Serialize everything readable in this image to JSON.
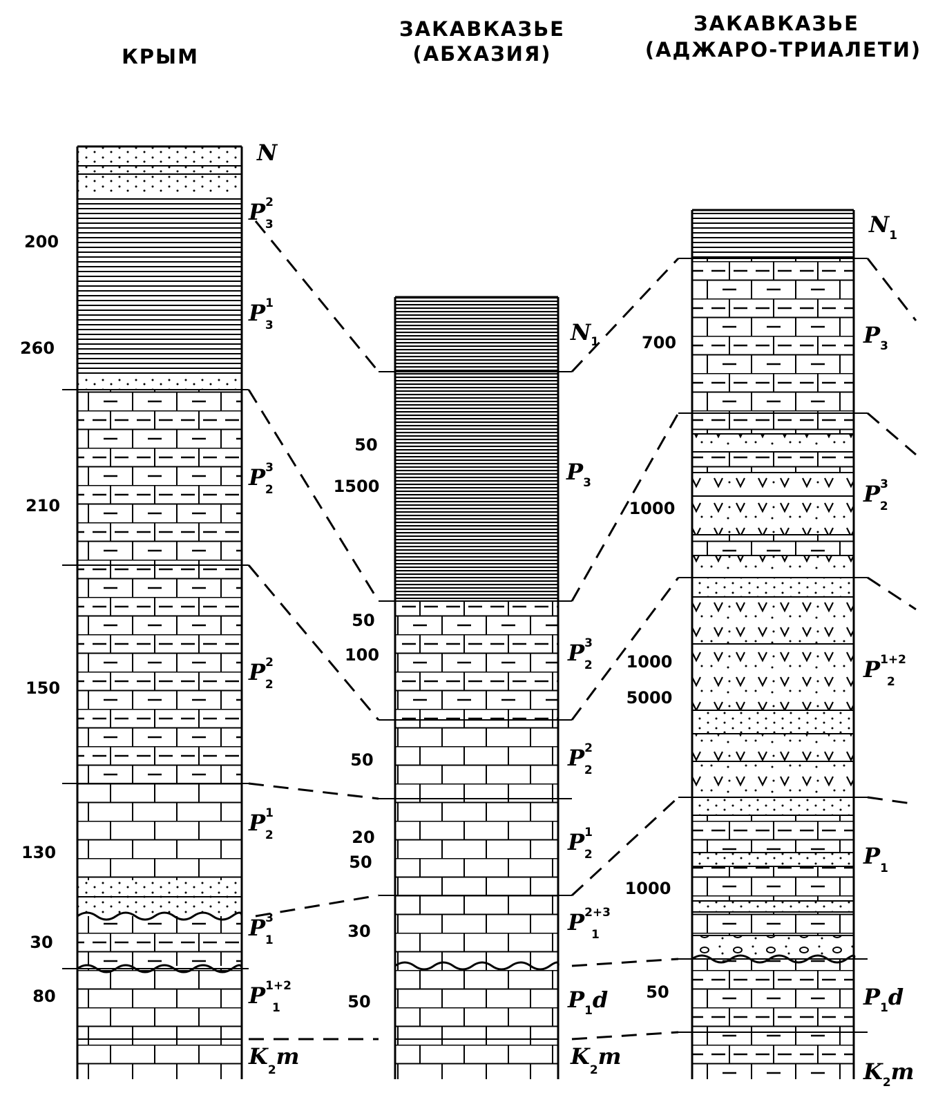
{
  "columns": [
    {
      "id": "crimea",
      "title": [
        "КРЫМ"
      ],
      "units": [
        {
          "base": "N",
          "sup": "",
          "sub": ""
        },
        {
          "base": "P",
          "sup": "2",
          "sub": "3"
        },
        {
          "base": "P",
          "sup": "1",
          "sub": "3"
        },
        {
          "base": "P",
          "sup": "3",
          "sub": "2"
        },
        {
          "base": "P",
          "sup": "2",
          "sub": "2"
        },
        {
          "base": "P",
          "sup": "1",
          "sub": "2"
        },
        {
          "base": "P",
          "sup": "3",
          "sub": "1"
        },
        {
          "base": "P",
          "sup": "1+2",
          "sub": "1"
        },
        {
          "base": "K",
          "sup": "",
          "sub": "2",
          "tail": "m"
        }
      ],
      "thickness": [
        "200",
        "260",
        "210",
        "150",
        "130",
        "30",
        "80"
      ]
    },
    {
      "id": "abkhazia",
      "title": [
        "ЗАКАВКАЗЬЕ",
        "(АБХАЗИЯ)"
      ],
      "units": [
        {
          "base": "N",
          "sup": "",
          "sub": "1"
        },
        {
          "base": "P",
          "sup": "",
          "sub": "3"
        },
        {
          "base": "P",
          "sup": "3",
          "sub": "2"
        },
        {
          "base": "P",
          "sup": "2",
          "sub": "2"
        },
        {
          "base": "P",
          "sup": "1",
          "sub": "2"
        },
        {
          "base": "P",
          "sup": "2+3",
          "sub": "1"
        },
        {
          "base": "P",
          "sup": "",
          "sub": "1",
          "tail": "d"
        },
        {
          "base": "K",
          "sup": "",
          "sub": "2",
          "tail": "m"
        }
      ],
      "thickness": [
        "50",
        "1500",
        "50",
        "100",
        "50",
        "20",
        "50",
        "30",
        "50"
      ]
    },
    {
      "id": "adjara",
      "title": [
        "ЗАКАВКАЗЬЕ",
        "(АДЖАРО-ТРИАЛЕТИ)"
      ],
      "units": [
        {
          "base": "N",
          "sup": "",
          "sub": "1"
        },
        {
          "base": "P",
          "sup": "",
          "sub": "3"
        },
        {
          "base": "P",
          "sup": "3",
          "sub": "2"
        },
        {
          "base": "P",
          "sup": "1+2",
          "sub": "2"
        },
        {
          "base": "P",
          "sup": "",
          "sub": "1"
        },
        {
          "base": "P",
          "sup": "",
          "sub": "1",
          "tail": "d"
        },
        {
          "base": "K",
          "sup": "",
          "sub": "2",
          "tail": "m"
        }
      ],
      "thickness": [
        "700",
        "1000",
        "1000",
        "5000",
        "1000",
        "50"
      ]
    }
  ],
  "lithology": [
    "shale",
    "sand",
    "limestone",
    "marl",
    "tuff",
    "conglomerate"
  ],
  "colors": {
    "ink": "#000000",
    "paper": "#ffffff"
  }
}
